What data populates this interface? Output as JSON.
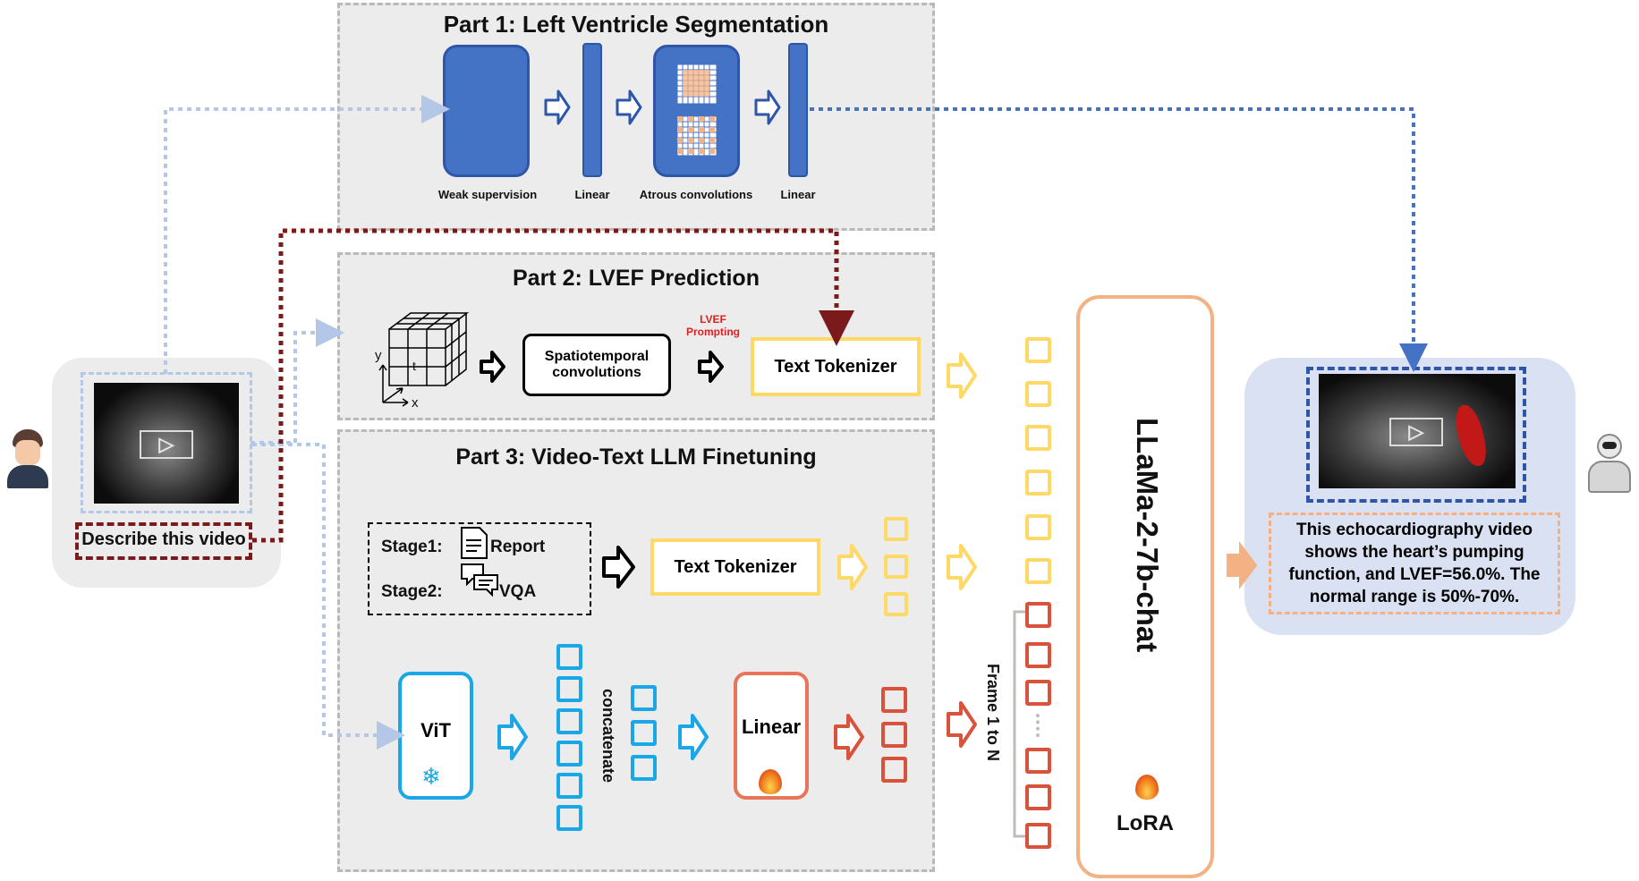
{
  "part1": {
    "title": "Part 1: Left Ventricle Segmentation",
    "labels": [
      "Weak supervision",
      "Linear",
      "Atrous convolutions",
      "Linear"
    ]
  },
  "part2": {
    "title": "Part 2: LVEF Prediction",
    "axis_y": "y",
    "axis_t": "t",
    "axis_x": "x",
    "spatiotemporal": "Spatiotemporal convolutions",
    "lvef_prompting": "LVEF Prompting",
    "text_tokenizer": "Text Tokenizer"
  },
  "part3": {
    "title": "Part 3: Video-Text LLM Finetuning",
    "stage1_label": "Stage1:",
    "stage1_item": "Report",
    "stage2_label": "Stage2:",
    "stage2_item": "VQA",
    "text_tokenizer": "Text Tokenizer",
    "vit": "ViT",
    "concatenate": "concatenate",
    "linear": "Linear",
    "frames": "Frame 1 to N"
  },
  "input": {
    "prompt": "Describe this video"
  },
  "llm": {
    "name": "LLaMa-2-7b-chat",
    "lora": "LoRA"
  },
  "output": {
    "text": "This echocardiography video shows the heart’s pumping function, and LVEF=56.0%. The normal range is 50%-70%."
  },
  "icons": [
    "user-avatar-icon",
    "robot-avatar-icon",
    "document-icon",
    "chat-bubbles-icon",
    "snowflake-icon",
    "fire-icon",
    "play-icon",
    "hollow-arrow-icon"
  ],
  "colors": {
    "blue_dark": "#2f55a8",
    "blue_fill": "#4472c4",
    "blue_light": "#b4c7e7",
    "cyan": "#1aa7e8",
    "yellow": "#ffd966",
    "orange": "#f4b183",
    "red": "#d9533c",
    "dark_red": "#7b1a1a",
    "gray_panel": "#ececec",
    "output_panel": "#d9e1f2"
  }
}
